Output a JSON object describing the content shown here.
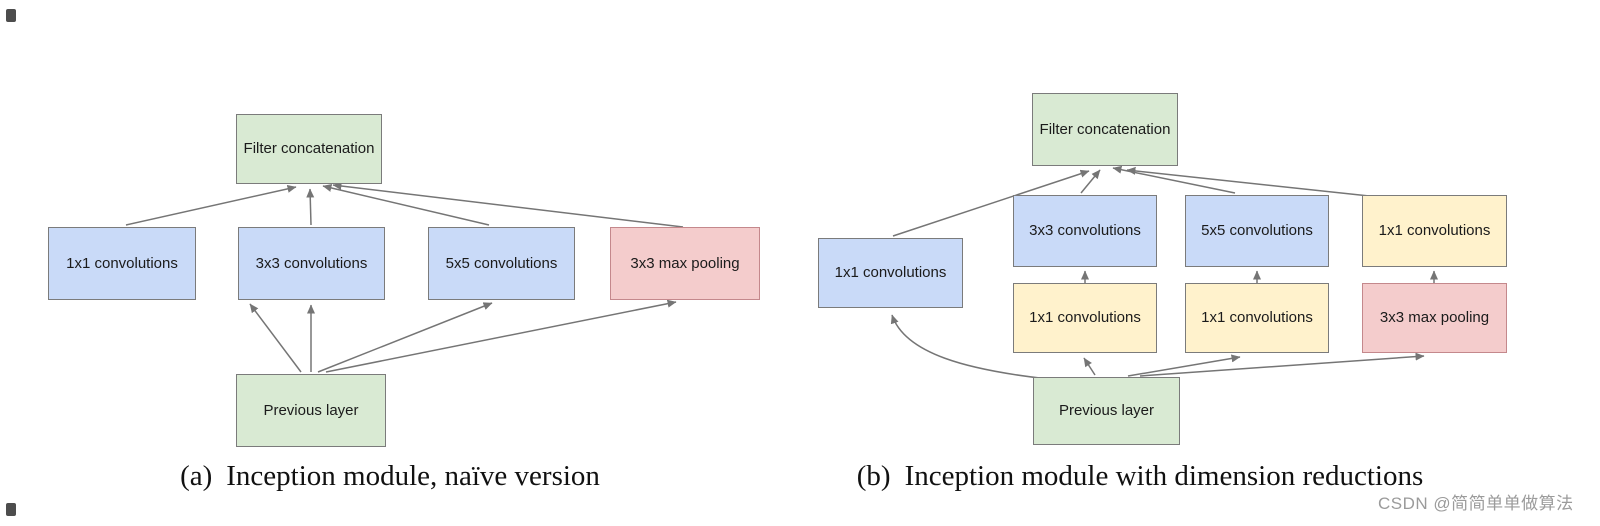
{
  "panel_a": {
    "caption_prefix": "(a)",
    "caption_text": "Inception module, naïve version",
    "nodes": {
      "filter_concat": "Filter concatenation",
      "conv1x1": "1x1 convolutions",
      "conv3x3": "3x3 convolutions",
      "conv5x5": "5x5 convolutions",
      "maxpool": "3x3 max pooling",
      "previous": "Previous layer"
    }
  },
  "panel_b": {
    "caption_prefix": "(b)",
    "caption_text": "Inception module with dimension reductions",
    "nodes": {
      "filter_concat": "Filter concatenation",
      "conv1x1_left": "1x1 convolutions",
      "conv3x3": "3x3 convolutions",
      "conv5x5": "5x5 convolutions",
      "conv1x1_right": "1x1 convolutions",
      "reduce1x1_left": "1x1 convolutions",
      "reduce1x1_right": "1x1 convolutions",
      "maxpool": "3x3 max pooling",
      "previous": "Previous layer"
    }
  },
  "watermark": "CSDN @简简单单做算法",
  "colors": {
    "green_fill": "#d9ead3",
    "blue_fill": "#c9daf8",
    "yellow_fill": "#fff2cc",
    "pink_fill": "#f4cccc",
    "box_border": "#7b7b7b",
    "pink_border": "#c4888c",
    "arrow": "#757575",
    "watermark_gray": "#9b9b9b"
  }
}
